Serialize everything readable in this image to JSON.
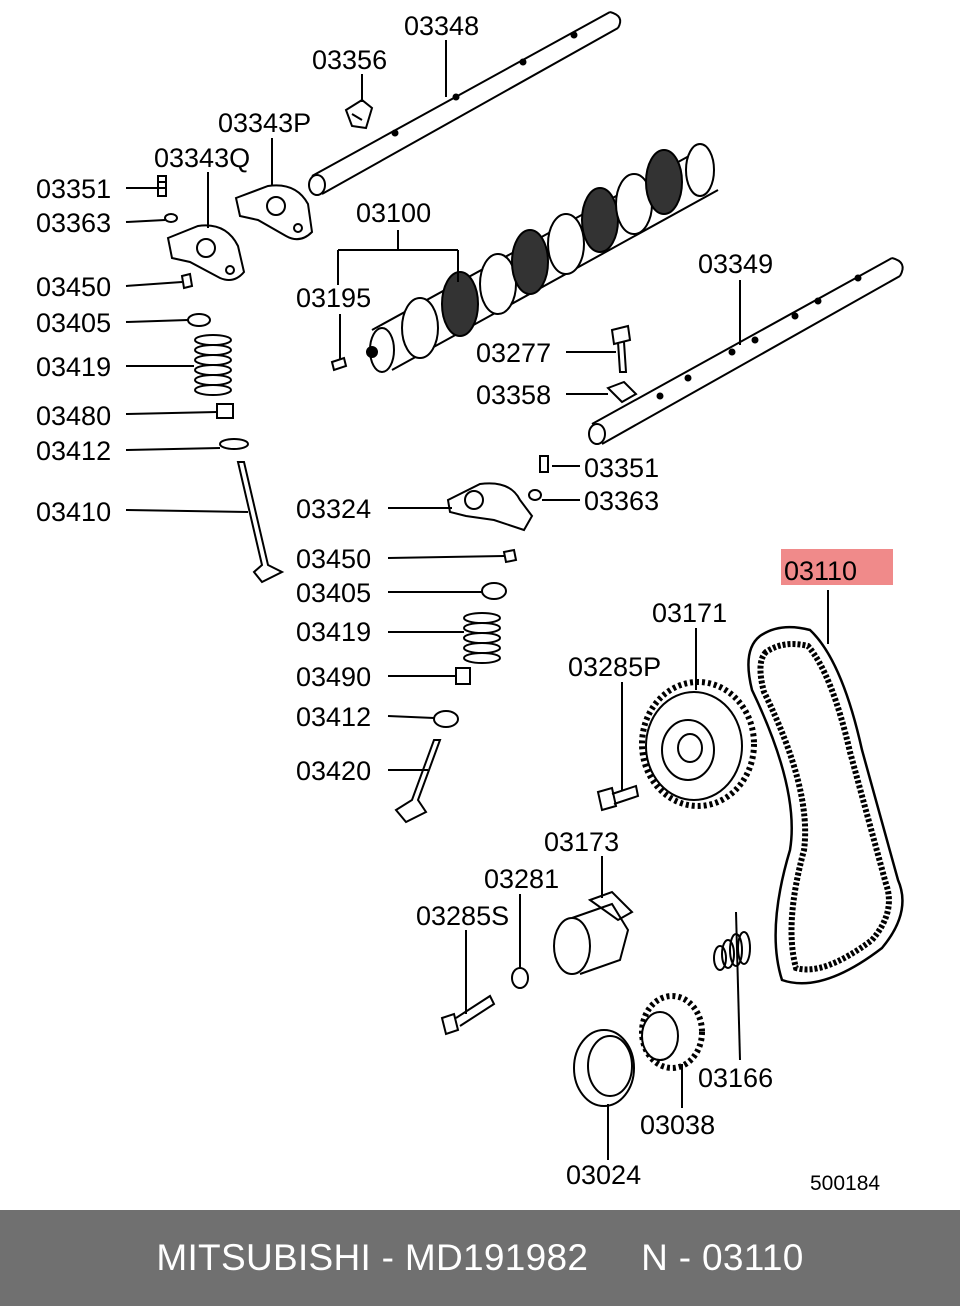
{
  "highlight_color": "#f08a8a",
  "footer_bg": "#707070",
  "diagram": {
    "drawing_code": "500184",
    "highlighted_part": "03110",
    "labels": {
      "p03348": "03348",
      "p03356": "03356",
      "p03343p": "03343P",
      "p03343q": "03343Q",
      "p03351a": "03351",
      "p03363a": "03363",
      "p03450a": "03450",
      "p03405a": "03405",
      "p03419a": "03419",
      "p03480": "03480",
      "p03412a": "03412",
      "p03410": "03410",
      "p03100": "03100",
      "p03195": "03195",
      "p03349": "03349",
      "p03277": "03277",
      "p03358": "03358",
      "p03351b": "03351",
      "p03363b": "03363",
      "p03324": "03324",
      "p03450b": "03450",
      "p03405b": "03405",
      "p03419b": "03419",
      "p03490": "03490",
      "p03412b": "03412",
      "p03420": "03420",
      "p03110": "03110",
      "p03171": "03171",
      "p03285p": "03285P",
      "p03173": "03173",
      "p03281": "03281",
      "p03285s": "03285S",
      "p03166": "03166",
      "p03038": "03038",
      "p03024": "03024"
    }
  },
  "footer": {
    "text": "MITSUBISHI - MD191982     N - 03110"
  }
}
